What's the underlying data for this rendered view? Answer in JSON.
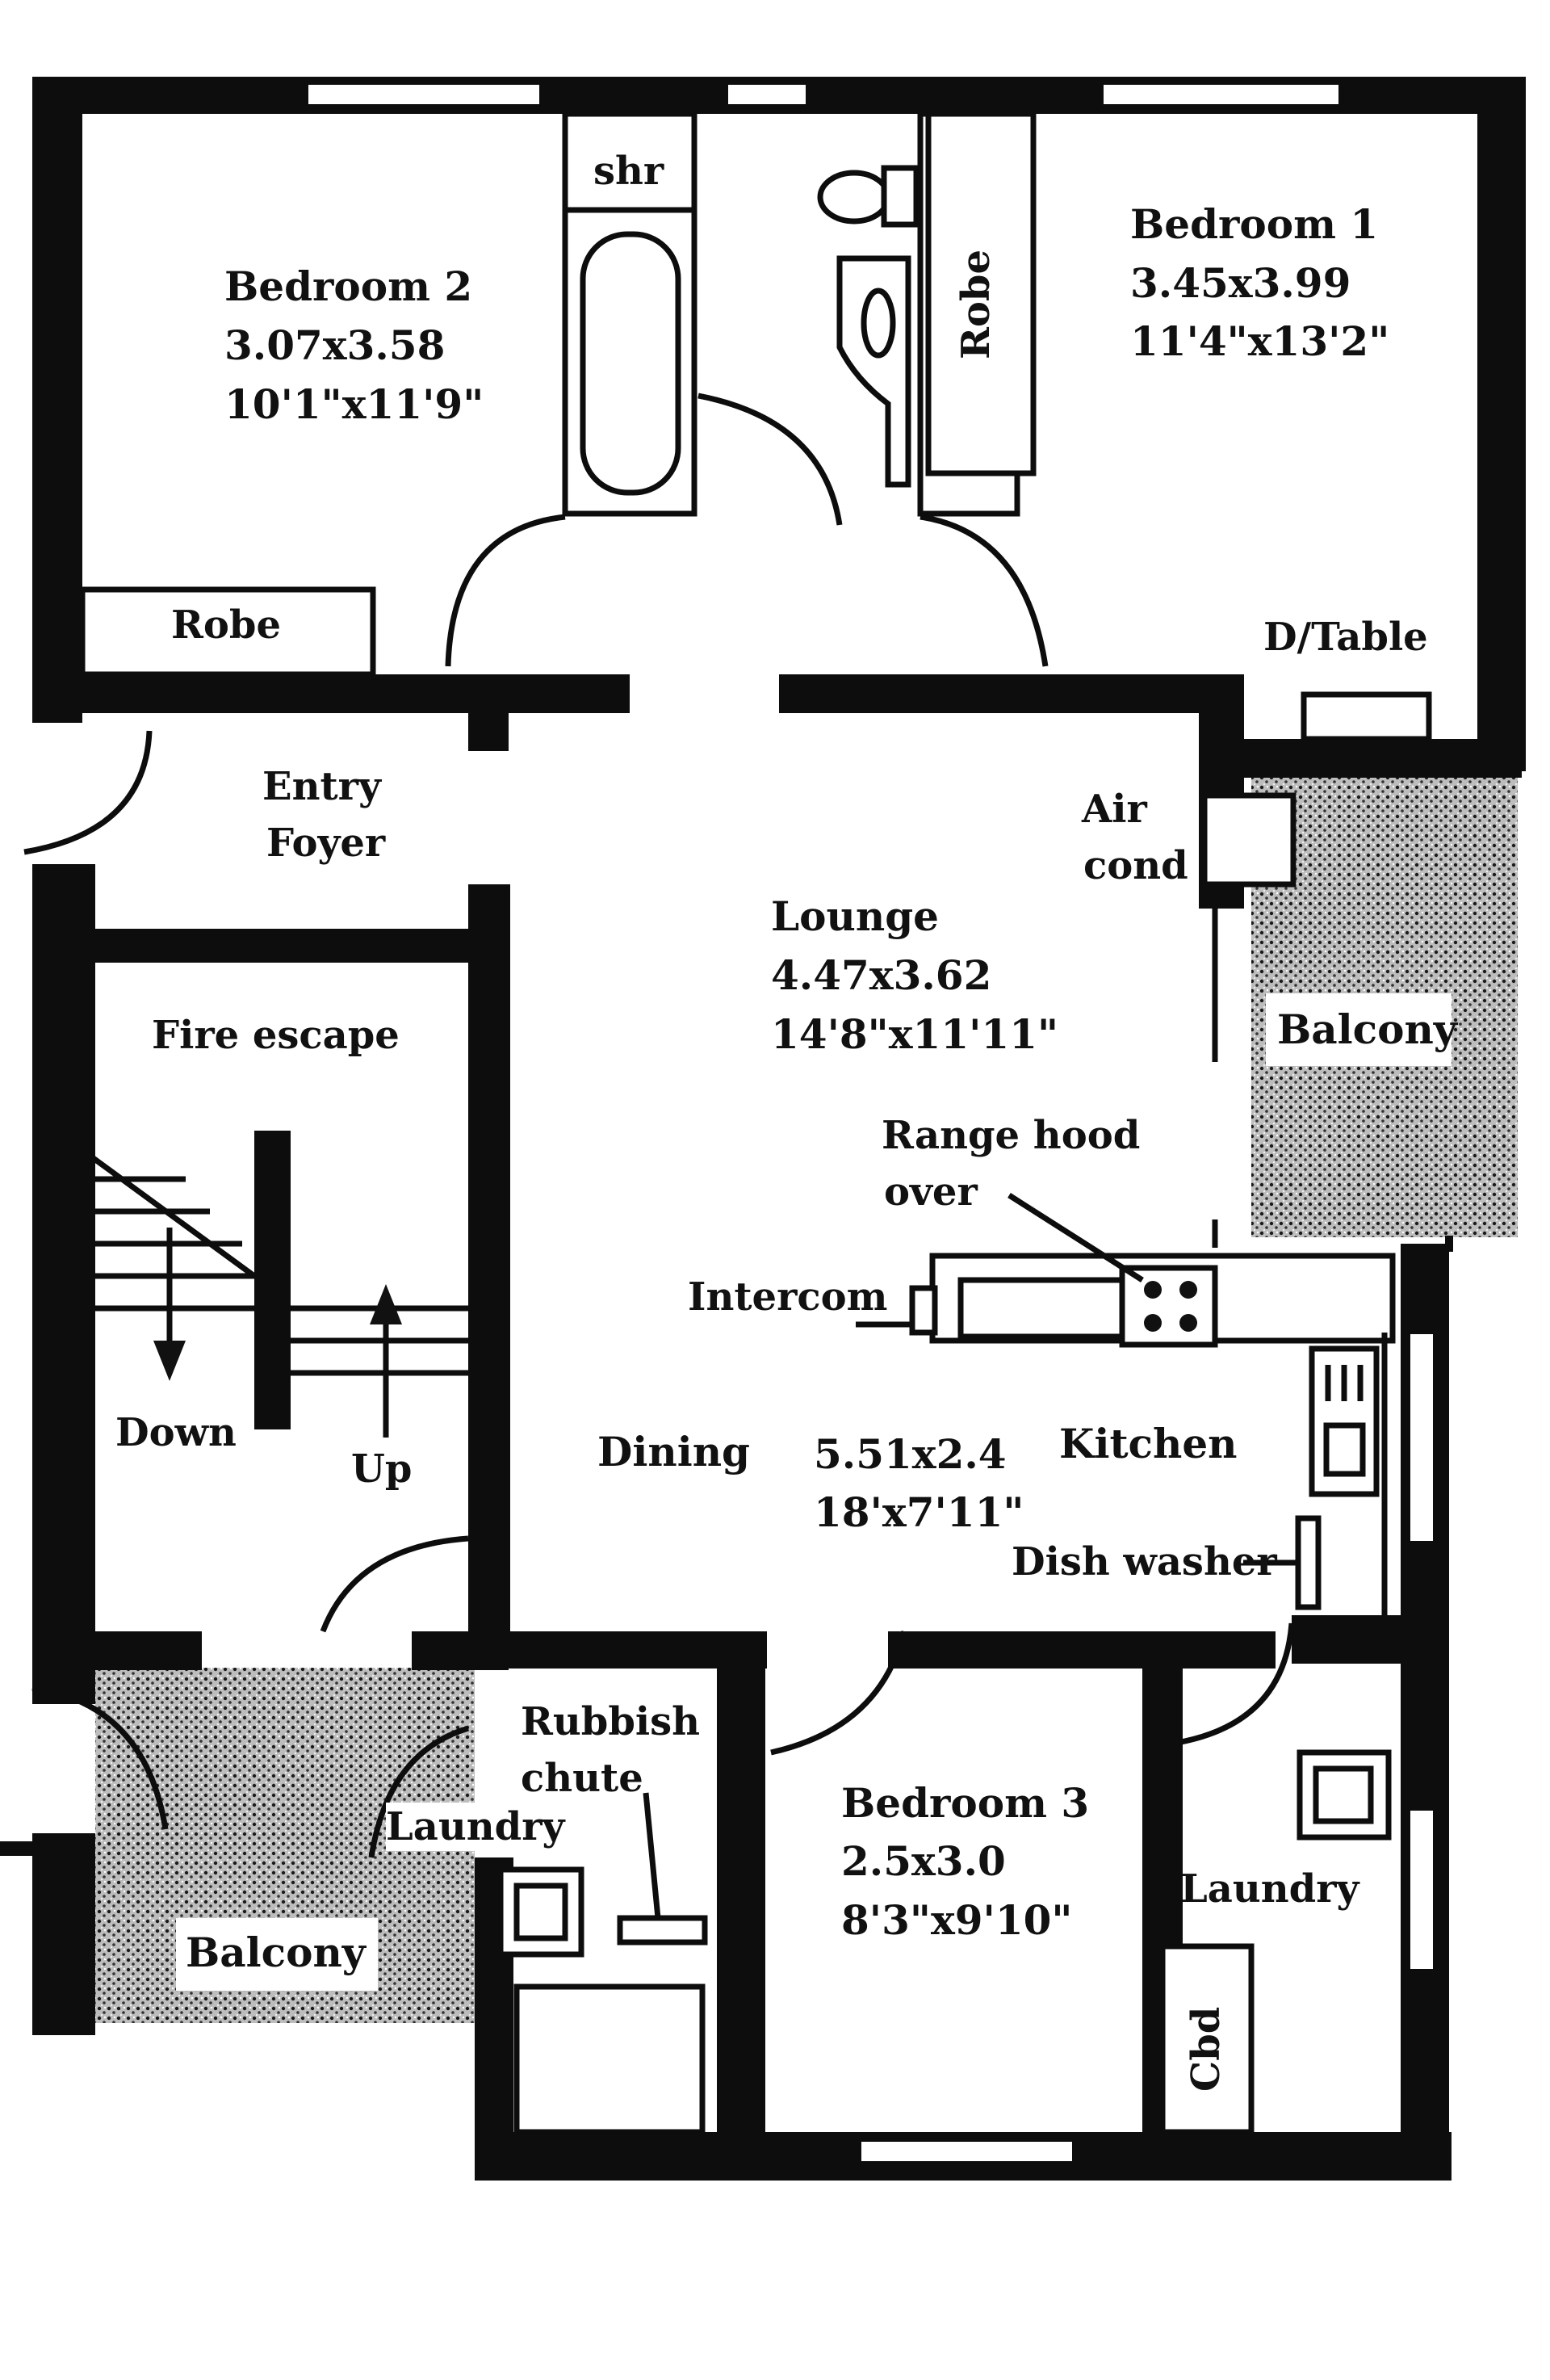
{
  "rooms": {
    "bedroom2": {
      "name": "Bedroom 2",
      "metric": "3.07x3.58",
      "imperial": "10'1\"x11'9\""
    },
    "bedroom1": {
      "name": "Bedroom 1",
      "metric": "3.45x3.99",
      "imperial": "11'4\"x13'2\""
    },
    "lounge": {
      "name": "Lounge",
      "metric": "4.47x3.62",
      "imperial": "14'8\"x11'11\""
    },
    "dining_kitchen": {
      "dining": "Dining",
      "kitchen": "Kitchen",
      "metric": "5.51x2.4",
      "imperial": "18'x7'11\""
    },
    "bedroom3": {
      "name": "Bedroom 3",
      "metric": "2.5x3.0",
      "imperial": "8'3\"x9'10\""
    }
  },
  "labels": {
    "shower": "shr",
    "robe_bed1": "Robe",
    "robe_bed2": "Robe",
    "dressing_table": "D/Table",
    "entry_line1": "Entry",
    "entry_line2": "Foyer",
    "air_cond_line1": "Air",
    "air_cond_line2": "cond",
    "balcony_right": "Balcony",
    "fire_escape": "Fire escape",
    "range_hood_line1": "Range hood",
    "range_hood_line2": "over",
    "intercom": "Intercom",
    "stairs_down": "Down",
    "stairs_up": "Up",
    "dish_washer": "Dish washer",
    "rubbish_line1": "Rubbish",
    "rubbish_line2": "chute",
    "laundry_left": "Laundry",
    "laundry_right": "Laundry",
    "balcony_left": "Balcony",
    "cupboard": "Cbd"
  }
}
